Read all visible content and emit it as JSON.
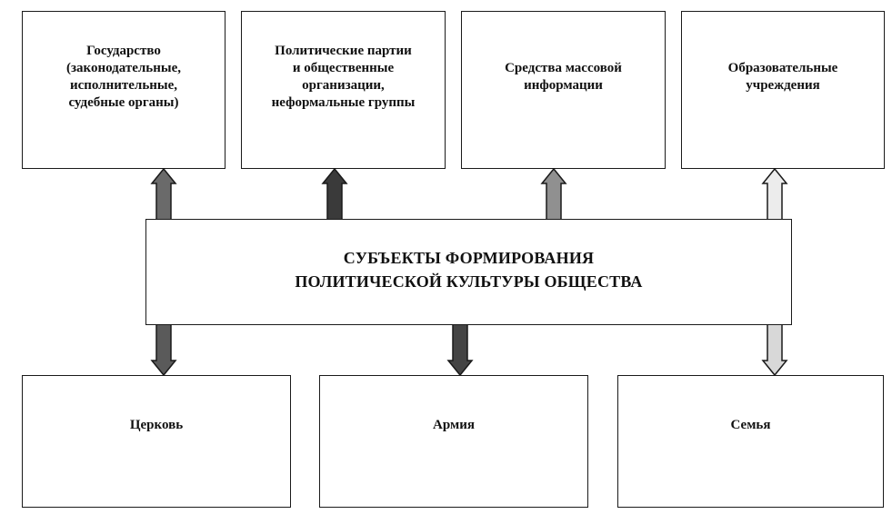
{
  "diagram": {
    "center": "СУБЪЕКТЫ ФОРМИРОВАНИЯ\nПОЛИТИЧЕСКОЙ КУЛЬТУРЫ ОБЩЕСТВА",
    "top_boxes": [
      {
        "label": "Государство\n(законодательные,\nисполнительные,\nсудебные органы)",
        "arrow_fill": "#6a6a6a"
      },
      {
        "label": "Политические партии\nи общественные\nорганизации,\nнеформальные группы",
        "arrow_fill": "#3a3a3a"
      },
      {
        "label": "Средства массовой\nинформации",
        "arrow_fill": "#909090"
      },
      {
        "label": "Образовательные\nучреждения",
        "arrow_fill": "#ececec"
      }
    ],
    "bottom_boxes": [
      {
        "label": "Церковь",
        "arrow_fill": "#5a5a5a"
      },
      {
        "label": "Армия",
        "arrow_fill": "#444444"
      },
      {
        "label": "Семья",
        "arrow_fill": "#d8d8d8"
      }
    ]
  }
}
